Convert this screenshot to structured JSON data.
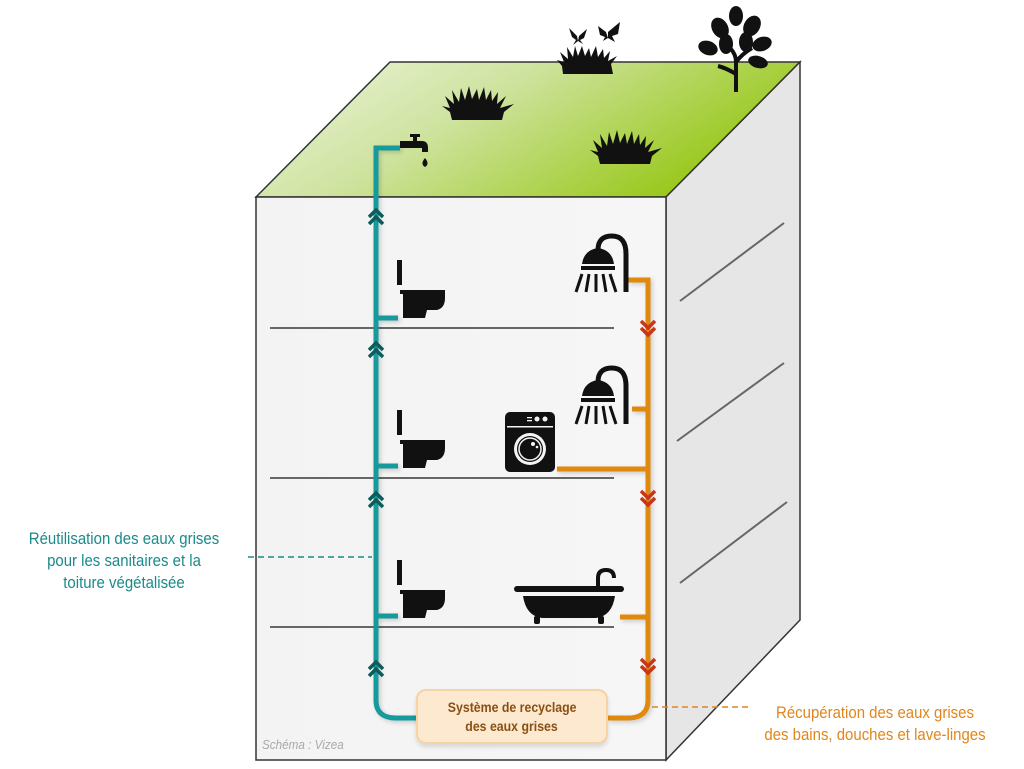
{
  "diagram": {
    "title": "Recyclage des eaux grises dans un bâtiment",
    "left_annotation": {
      "lines": [
        "Réutilisation des eaux grises",
        "pour les sanitaires et la",
        "toiture végétalisée"
      ],
      "color": "#1a8a8a"
    },
    "right_annotation": {
      "lines": [
        "Récupération des eaux grises",
        "des bains, douches et lave-linges"
      ],
      "color": "#e0861a"
    },
    "recycling_system": {
      "lines": [
        "Système de recyclage",
        "des eaux grises"
      ],
      "text_color": "#8a4f12",
      "fill": "#fde9cf"
    },
    "credit": "Schéma : Vizea",
    "colors": {
      "reuse_pipe": "#139a9c",
      "reuse_arrow": "#0c5c5c",
      "grey_water_pipe": "#e08a10",
      "grey_water_arrow": "#c8361a",
      "roof_green_light": "#e4efcf",
      "roof_green_dark": "#9dc91c",
      "wall_front": "#f4f4f4",
      "wall_side": "#e6e6e6"
    },
    "roof_items": [
      "tap-icon",
      "grass-tuft-icon",
      "grass-tuft-icon",
      "grass-with-butterflies-icon",
      "tree-icon"
    ],
    "floors": [
      {
        "level": 3,
        "left_fixture": "toilet-icon",
        "right_fixtures": [
          "shower-icon"
        ]
      },
      {
        "level": 2,
        "left_fixture": "toilet-icon",
        "right_fixtures": [
          "shower-icon",
          "washing-machine-icon"
        ]
      },
      {
        "level": 1,
        "left_fixture": "toilet-icon",
        "right_fixtures": [
          "bathtub-icon"
        ]
      }
    ]
  }
}
